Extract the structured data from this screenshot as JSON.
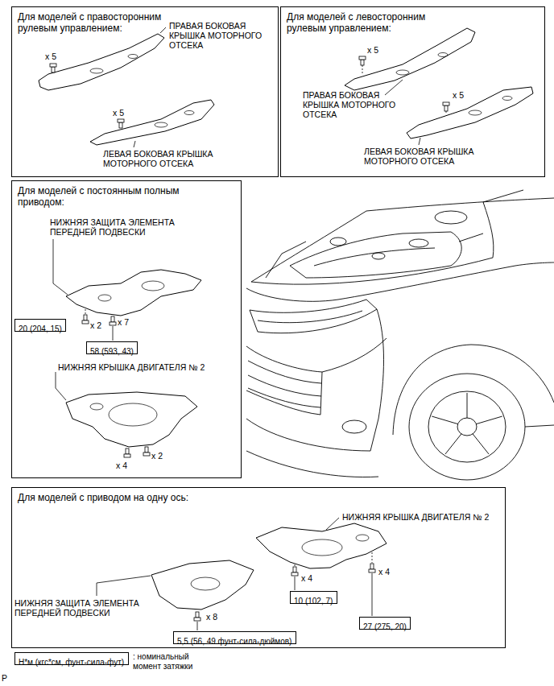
{
  "diagram": {
    "nodes": [
      {
        "text": [
          "Для моделей с правосторонним рулевым управлением:"
        ]
      },
      {
        "text": [
          "Для моделей с левосторонним рулевым управлением:"
        ]
      },
      {
        "text": [
          "Для моделей с постоянным полным приводом:"
        ]
      },
      {
        "text": [
          "20 (204, 15)"
        ],
        "in": 2
      },
      {
        "text": [
          "58 (593, 43)"
        ],
        "in": 2
      },
      {
        "text": [
          "Для моделей с приводом на одну ось:"
        ]
      },
      {
        "text": [
          "5,5 (56, 49 фунт-сила-дюймов)"
        ],
        "in": 5
      },
      {
        "text": [
          "10 (102, 7)"
        ],
        "in": 5
      },
      {
        "text": [
          "27 (275, 20)"
        ],
        "in": 5
      },
      {
        "text": [
          "Н*м (кгс*см, фунт-сила-фут)",
          ": номинальный момент затяжки"
        ]
      }
    ],
    "labels": [
      "ПРАВАЯ БОКОВАЯ КРЫШКА МОТОРНОГО ОТСЕКА",
      "x 5",
      "x 5",
      "ЛЕВАЯ БОКОВАЯ КРЫШКА МОТОРНОГО ОТСЕКА",
      "x 5",
      "ПРАВАЯ БОКОВАЯ КРЫШКА МОТОРНОГО ОТСЕКА",
      "x 5",
      "ЛЕВАЯ БОКОВАЯ КРЫШКА МОТОРНОГО ОТСЕКА",
      "НИЖНЯЯ ЗАЩИТА ЭЛЕМЕНТА ПЕРЕДНЕЙ ПОДВЕСКИ",
      "x 2",
      "x 7",
      "НИЖНЯЯ КРЫШКА ДВИГАТЕЛЯ № 2",
      "x 4",
      "x 2",
      "НИЖНЯЯ КРЫШКА ДВИГАТЕЛЯ № 2",
      "НИЖНЯЯ ЗАЩИТА ЭЛЕМЕНТА ПЕРЕДНЕЙ ПОДВЕСКИ",
      "x 8",
      "x 4",
      "x 4",
      "P"
    ]
  }
}
